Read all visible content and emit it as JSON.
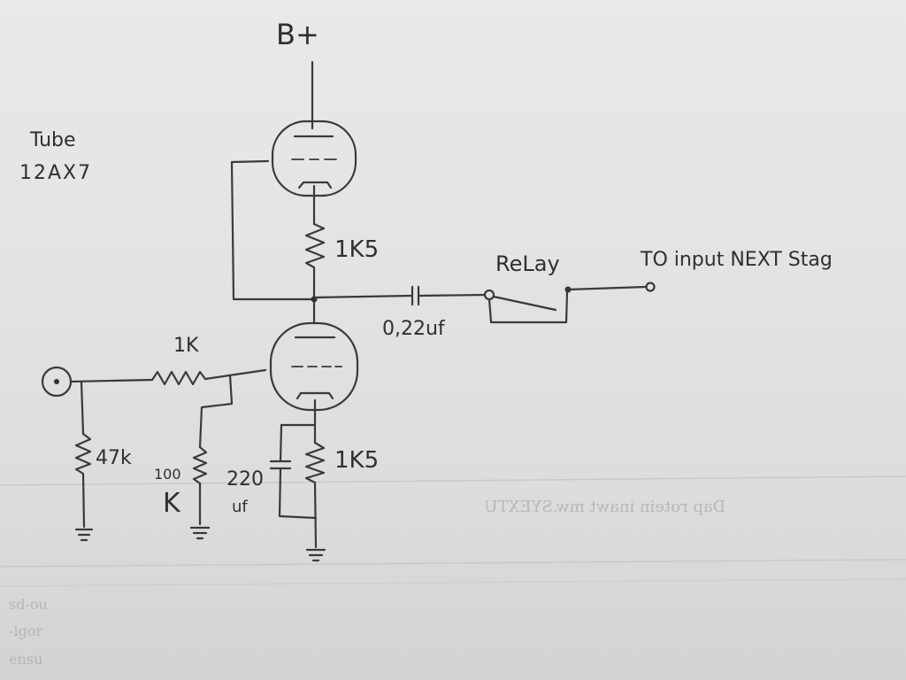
{
  "labels": {
    "supply": "B+",
    "tube_line1": "Tube",
    "tube_line2": "12AX7",
    "r_plate": "1K5",
    "r_cathode": "1K5",
    "r_grid": "1K",
    "r_input": "47k",
    "pot_value": "100",
    "pot_unit": "K",
    "cap_cathode_value": "220",
    "cap_cathode_unit": "uf",
    "cap_coupling": "0,22uf",
    "relay": "ReLay",
    "output": "TO input NEXT Stag"
  },
  "show_through": {
    "line1": "Dap rotein inawt mw.SYEXTU",
    "line2": "sd-ou",
    "line3": "-igor",
    "line4": "ensu"
  },
  "colors": {
    "ink": "#3a3a3a",
    "paper": "#e6e6e4"
  }
}
